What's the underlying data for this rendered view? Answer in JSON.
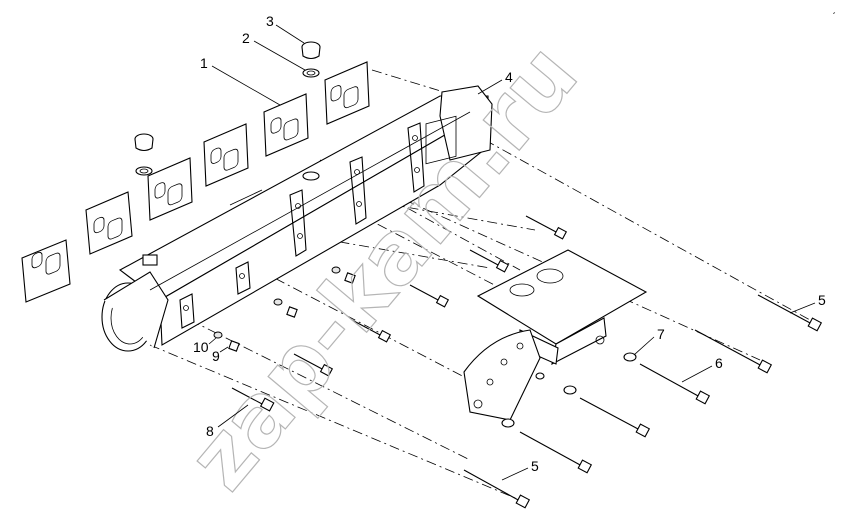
{
  "watermark": "zap-kam.ru",
  "corner_mark": "ˏ",
  "callouts": [
    {
      "id": "c1",
      "label": "1"
    },
    {
      "id": "c2",
      "label": "2"
    },
    {
      "id": "c3",
      "label": "3"
    },
    {
      "id": "c4",
      "label": "4"
    },
    {
      "id": "c5a",
      "label": "5"
    },
    {
      "id": "c5b",
      "label": "5"
    },
    {
      "id": "c6",
      "label": "6"
    },
    {
      "id": "c7",
      "label": "7"
    },
    {
      "id": "c8",
      "label": "8"
    },
    {
      "id": "c9",
      "label": "9"
    },
    {
      "id": "c10",
      "label": "10"
    }
  ]
}
